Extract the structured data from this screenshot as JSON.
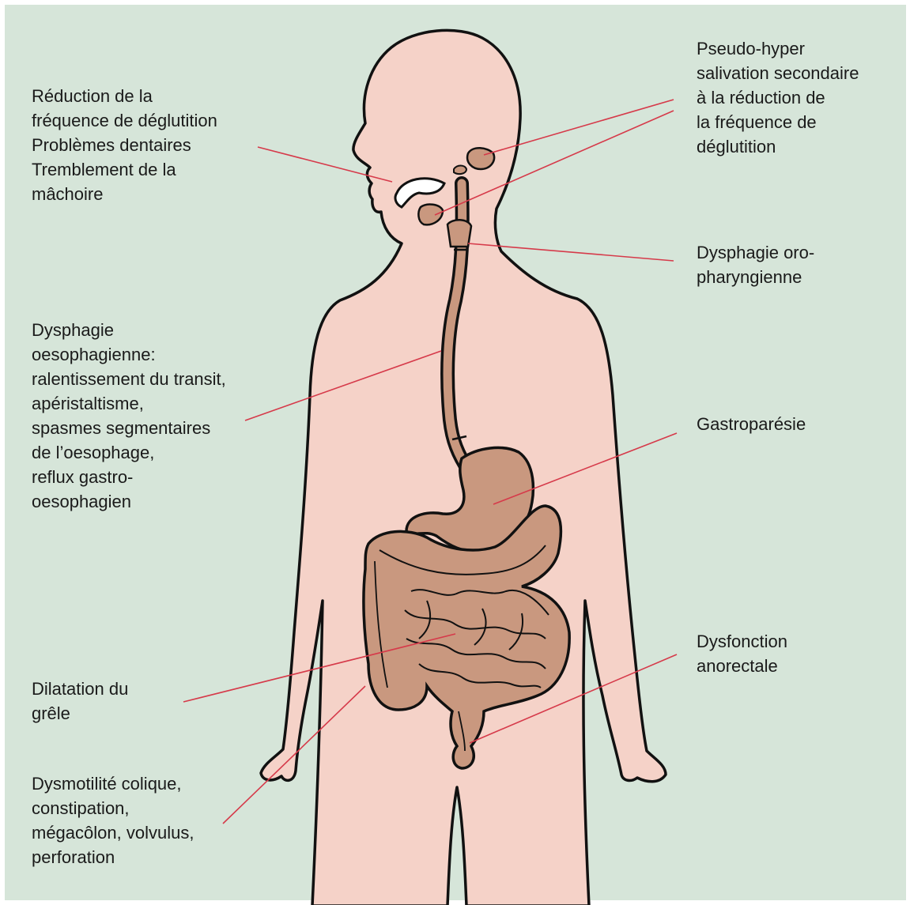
{
  "labels": {
    "reduction": [
      "Réduction de la",
      "fréquence de déglutition",
      "Problèmes dentaires",
      "Tremblement de la",
      "mâchoire"
    ],
    "pseudo_hyper": [
      "Pseudo-hyper",
      "salivation secondaire",
      "à la réduction de",
      "la fréquence de",
      "déglutition"
    ],
    "dysphagie_oro": [
      "Dysphagie oro-",
      "pharyngienne"
    ],
    "dysphagie_oeso": [
      "Dysphagie",
      "oesophagienne:",
      "ralentissement du transit,",
      "apéristaltisme,",
      "spasmes segmentaires",
      "de l’oesophage,",
      "reflux gastro-",
      "oesophagien"
    ],
    "gastroparesie": [
      "Gastroparésie"
    ],
    "dysfonction": [
      "Dysfonction",
      "anorectale"
    ],
    "dilatation": [
      "Dilatation du",
      "grêle"
    ],
    "dysmotilite": [
      "Dysmotilité colique,",
      "constipation,",
      "mégacôlon, volvulus,",
      "perforation"
    ]
  },
  "colors": {
    "background": "#d6e5d9",
    "body_fill": "#f5d2c8",
    "outline": "#111111",
    "organ_fill": "#c9987f",
    "organ_dark": "#b07d66",
    "leader_line": "#d63a4a"
  }
}
